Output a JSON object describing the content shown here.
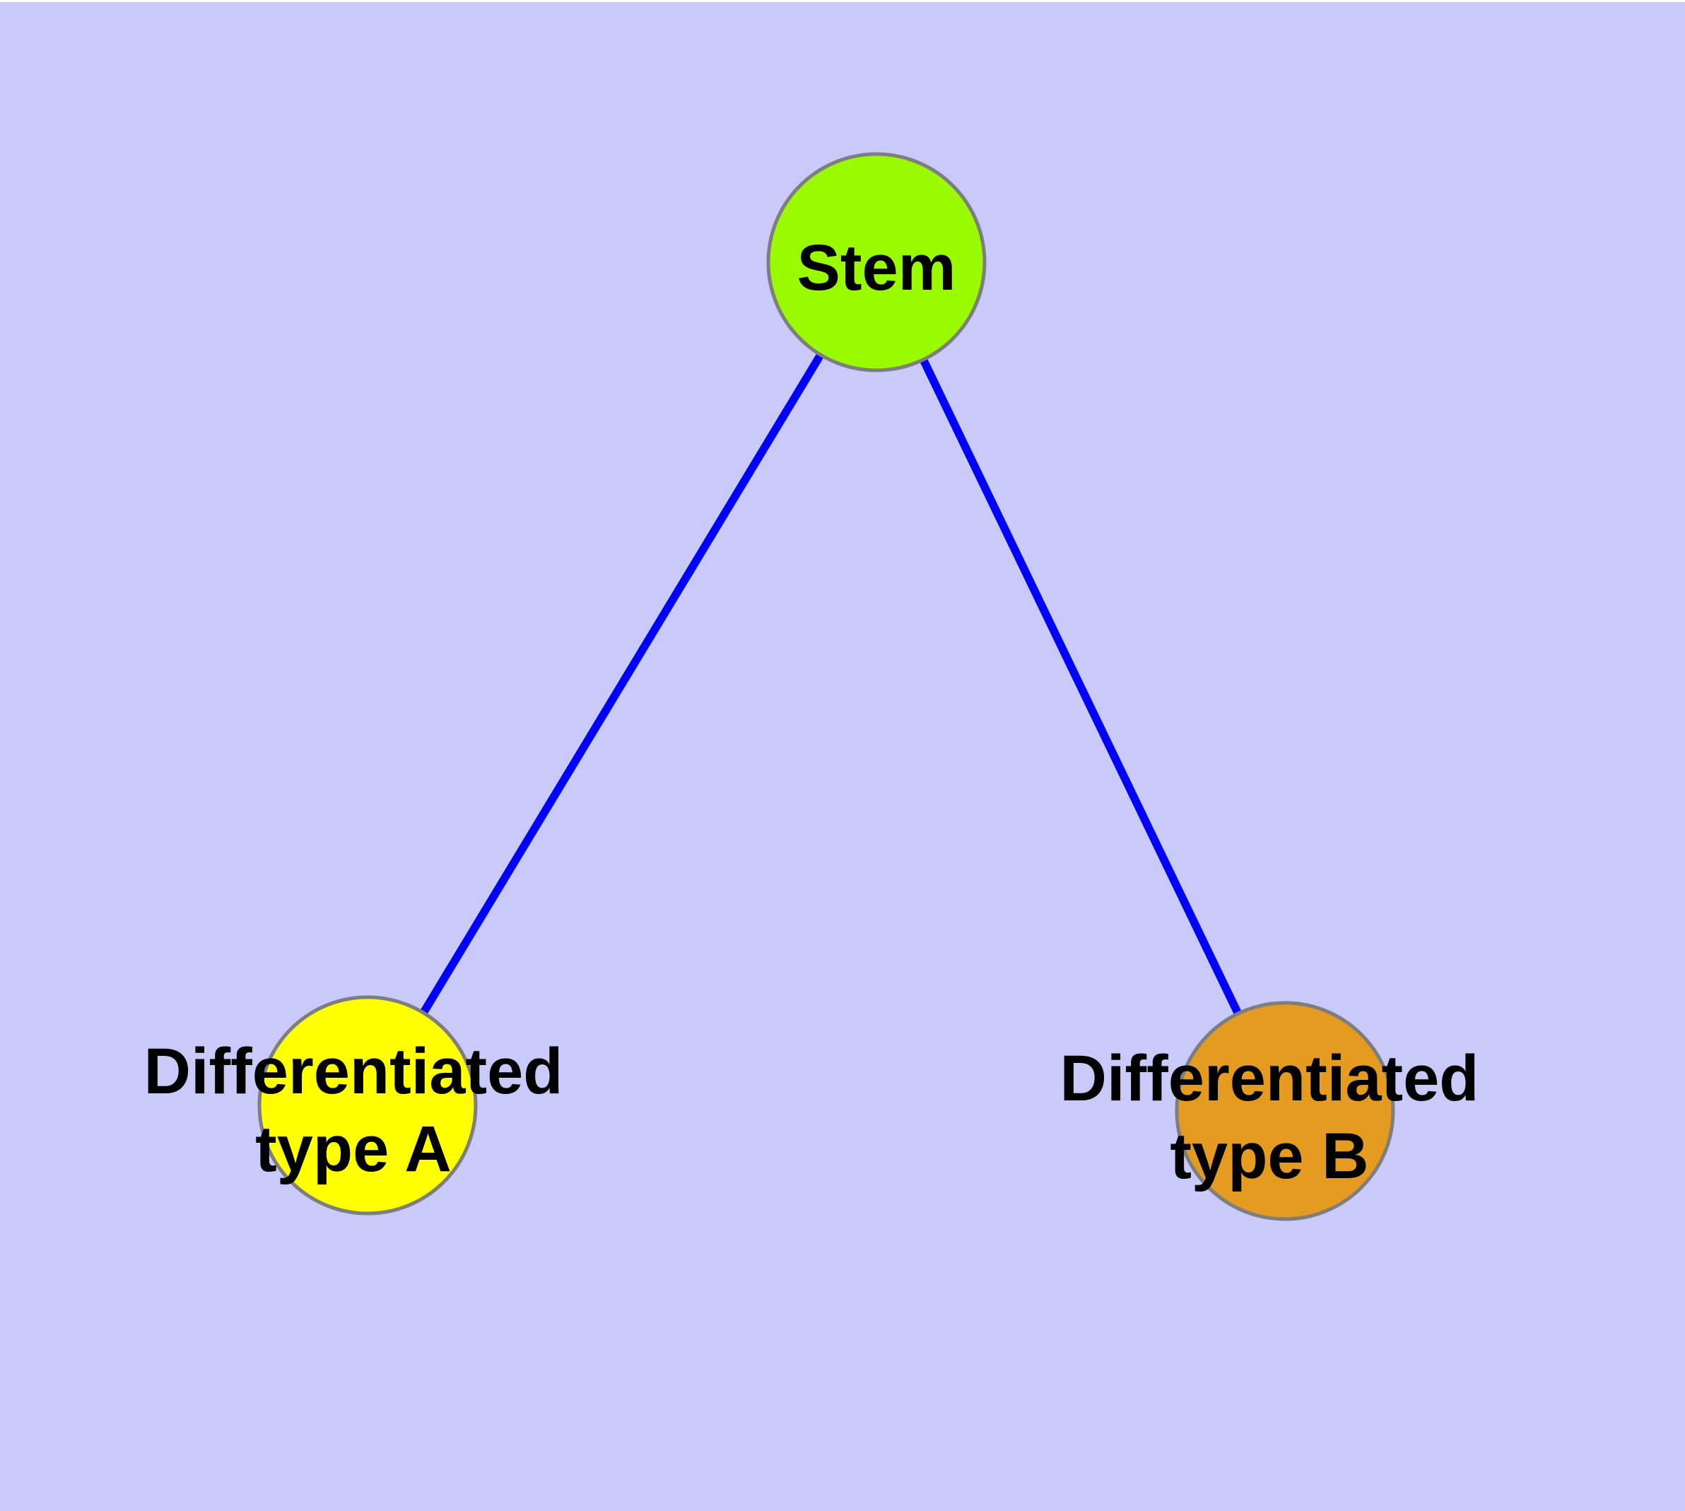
{
  "diagram": {
    "type": "node-link-graph",
    "description": "Stem cell differentiation diagram: a Stem node connected to two differentiated cell type nodes",
    "colors": {
      "background": "#CACAFA",
      "top_edge_strip": "#FFFFFF",
      "edge": "#0000FF",
      "node_border": "#7E7E7E",
      "label_text": "#000000",
      "stem_fill": "#9AFA00",
      "type_a_fill": "#FFFF00",
      "type_b_fill": "#E49B20"
    },
    "nodes": [
      {
        "id": "stem",
        "label": "Stem",
        "fill": "#9AFA00"
      },
      {
        "id": "differentiated-type-a",
        "label": "Differentiated type A",
        "label_lines": [
          "Differentiated",
          "type A"
        ],
        "fill": "#FFFF00"
      },
      {
        "id": "differentiated-type-b",
        "label": "Differentiated type B",
        "label_lines": [
          "Differentiated",
          "type B"
        ],
        "fill": "#E49B20"
      }
    ],
    "edges": [
      {
        "from": "Stem",
        "to": "Differentiated type A"
      },
      {
        "from": "Stem",
        "to": "Differentiated type B"
      }
    ]
  }
}
